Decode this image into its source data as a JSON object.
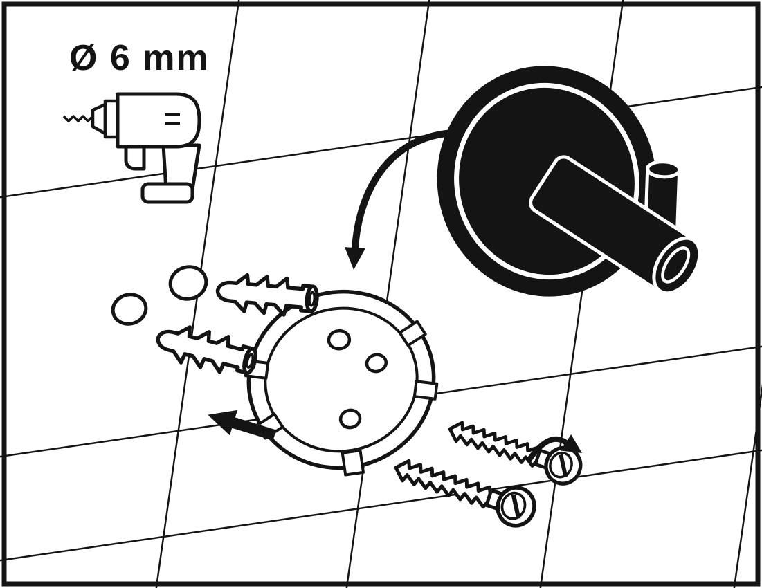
{
  "colors": {
    "ink": "#141414",
    "paper": "#ffffff"
  },
  "annotations": {
    "drill_diameter": "Ø 6 mm"
  },
  "icons": [
    "drill-icon",
    "drill-bit-icon",
    "drilled-hole",
    "wall-plug-icon",
    "insert-direction-arrow-icon",
    "mounting-plate-icon",
    "place-arrow-icon",
    "wall-hook-icon",
    "screw-icon",
    "screw-rotation-arrow-icon",
    "tile-grid"
  ]
}
